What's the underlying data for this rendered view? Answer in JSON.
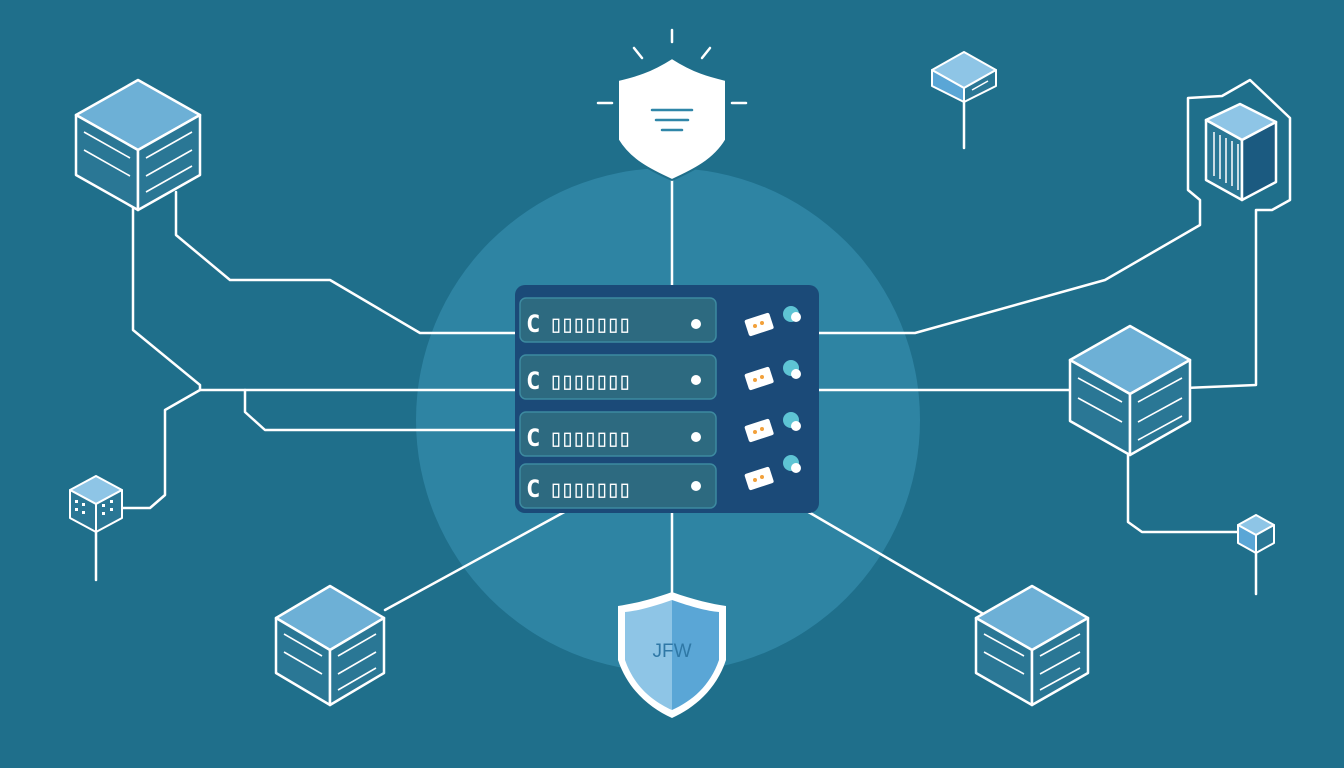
{
  "colors": {
    "background": "#1f6f8b",
    "halo": "#3b95b8",
    "line": "#ffffff",
    "rack_body": "#1b4a78",
    "rack_slot": "#2d6a80",
    "node_face": "#6db0d6",
    "node_side": "#2a7795",
    "shield_top": "#ffffff",
    "shield_bottom": "#5aa6d6",
    "accent_teal": "#5ec4d4",
    "accent_orange": "#f2a03a"
  },
  "server_rack": {
    "slots": [
      {
        "label": "C ▯▯▯▯▯▯▯"
      },
      {
        "label": "C ▯▯▯▯▯▯▯"
      },
      {
        "label": "C ▯▯▯▯▯▯▯"
      },
      {
        "label": "C ▯▯▯▯▯▯▯"
      }
    ]
  },
  "shields": {
    "top": {
      "icon": "shield-lines-icon"
    },
    "bottom": {
      "icon": "shield-icon",
      "label": "JFW"
    }
  },
  "nodes": [
    {
      "id": "top-left",
      "icon": "server-cube-icon"
    },
    {
      "id": "top-center",
      "icon": "small-server-cube-icon"
    },
    {
      "id": "top-right",
      "icon": "server-tower-icon"
    },
    {
      "id": "mid-right",
      "icon": "server-cube-icon"
    },
    {
      "id": "left-small",
      "icon": "chip-cube-icon"
    },
    {
      "id": "right-small",
      "icon": "small-cube-icon"
    },
    {
      "id": "bottom-left",
      "icon": "server-cube-icon"
    },
    {
      "id": "bottom-right",
      "icon": "server-cube-icon"
    }
  ]
}
